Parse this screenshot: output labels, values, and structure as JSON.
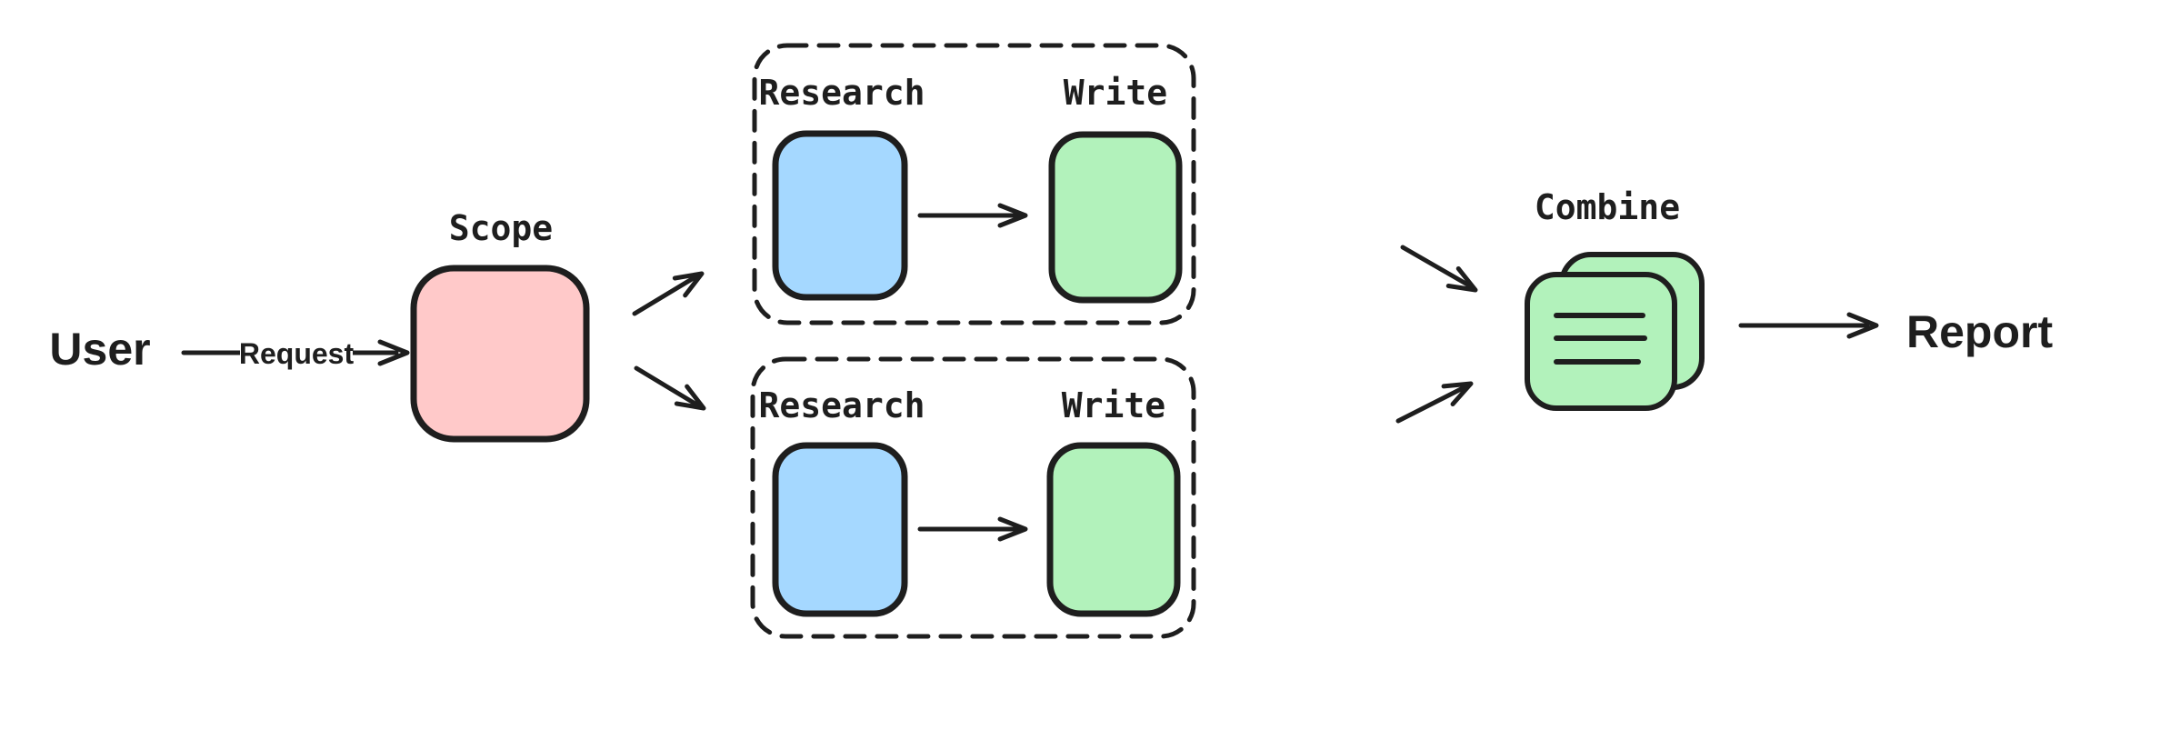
{
  "nodes": {
    "user_label": "User",
    "request_label": "Request",
    "scope_label": "Scope",
    "combine_label": "Combine",
    "report_label": "Report"
  },
  "branches": [
    {
      "research_label": "Research",
      "write_label": "Write"
    },
    {
      "research_label": "Research",
      "write_label": "Write"
    }
  ],
  "icons": {
    "combine": "stacked-documents-icon"
  },
  "colors": {
    "stroke": "#1e1e1e",
    "scope_fill": "#ffc9c9",
    "research_fill": "#a5d8ff",
    "write_fill": "#b2f2bb",
    "combine_fill": "#b2f2bb",
    "canvas_bg": "#ffffff"
  }
}
